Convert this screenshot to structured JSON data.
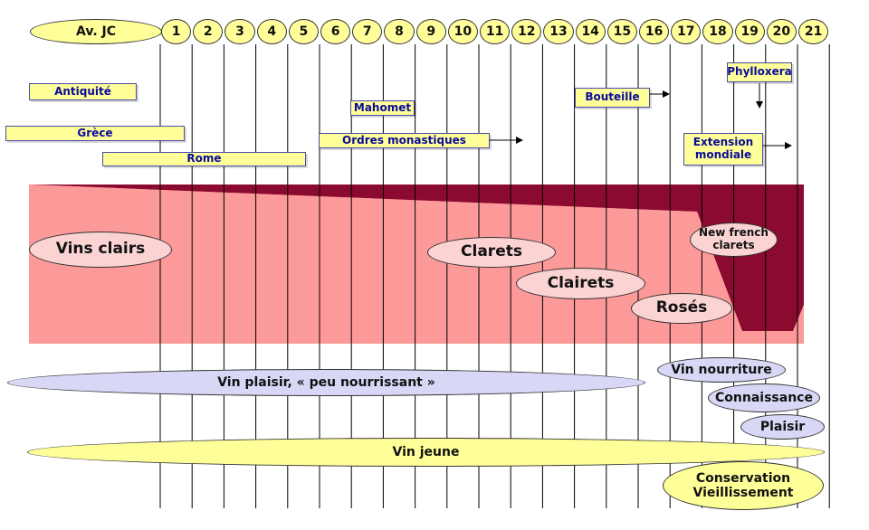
{
  "header": {
    "first": "Av. JC",
    "centuries": [
      "1",
      "2",
      "3",
      "4",
      "5",
      "6",
      "7",
      "8",
      "9",
      "10",
      "11",
      "12",
      "13",
      "14",
      "15",
      "16",
      "17",
      "18",
      "19",
      "20",
      "21"
    ]
  },
  "events": {
    "antiquite": "Antiquité",
    "grece": "Grèce",
    "rome": "Rome",
    "mahomet": "Mahomet",
    "ordres": "Ordres monastiques",
    "bouteille": "Bouteille",
    "phylloxera": "Phylloxera",
    "extension": "Extension mondiale"
  },
  "wine_types": {
    "vins_clairs": "Vins clairs",
    "clarets": "Clarets",
    "clairets": "Clairets",
    "roses": "Rosés",
    "new_french": "New french clarets"
  },
  "consumption": {
    "vin_plaisir": "Vin plaisir,  « peu nourrissant »",
    "vin_nourriture": "Vin nourriture",
    "connaissance": "Connaissance",
    "plaisir": "Plaisir",
    "vin_jeune": "Vin jeune",
    "conservation": "Conservation Vieillissement"
  },
  "colors": {
    "header_fill": "#ffff99",
    "box_text": "#0a0a9a",
    "rose_band": "#fc9999",
    "red_band": "#8b0a2f",
    "lavender": "#d8d8f6",
    "yellow": "#ffff99"
  }
}
